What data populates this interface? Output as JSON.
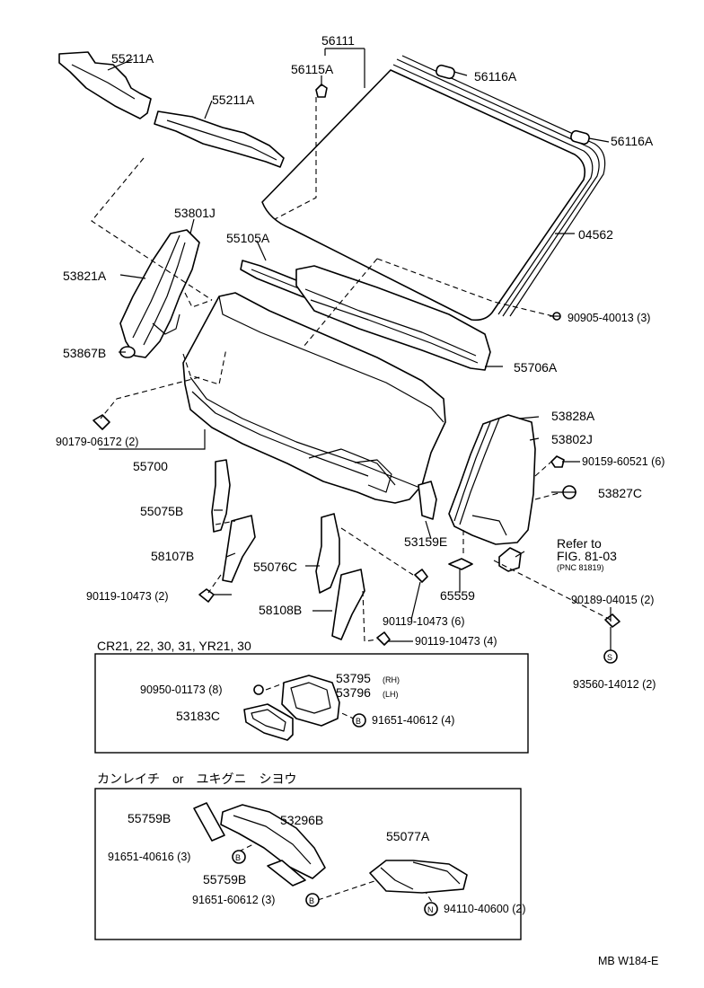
{
  "labels": {
    "p55211A_1": "55211A",
    "p55211A_2": "55211A",
    "p56111": "56111",
    "p56115A": "56115A",
    "p56116A_1": "56116A",
    "p56116A_2": "56116A",
    "p04562": "04562",
    "p53801J": "53801J",
    "p55105A": "55105A",
    "p53821A": "53821A",
    "p90905": "90905-40013 (3)",
    "p53867B": "53867B",
    "p55706A": "55706A",
    "p90179": "90179-06172 (2)",
    "p55700": "55700",
    "p53828A": "53828A",
    "p53802J": "53802J",
    "p90159": "90159-60521 (6)",
    "p55075B": "55075B",
    "p53827C": "53827C",
    "p58107B": "58107B",
    "p53159E": "53159E",
    "refer1": "Refer to",
    "refer2": "FIG. 81-03",
    "refer3": "(PNC 81819)",
    "p55076C": "55076C",
    "p65559": "65559",
    "p90119_a": "90119-10473 (2)",
    "p90189": "90189-04015 (2)",
    "p58108B": "58108B",
    "p90119_b": "90119-10473 (6)",
    "p90119_c": "90119-10473 (4)",
    "p93560": "93560-14012 (2)",
    "p90950": "90950-01173 (8)",
    "p53795": "53795",
    "p53795_rh": "(RH)",
    "p53796": "53796",
    "p53796_lh": "(LH)",
    "p53183C": "53183C",
    "p91651_40612": "91651-40612 (4)",
    "p55759B_1": "55759B",
    "p53296B": "53296B",
    "p55077A": "55077A",
    "p91651_40616": "91651-40616 (3)",
    "p55759B_2": "55759B",
    "p91651_60612": "91651-60612 (3)",
    "p94110": "94110-40600 (2)",
    "marker_b": "B",
    "marker_n": "N",
    "marker_s": "S"
  },
  "sections": {
    "models_heading": "CR21, 22, 30, 31, YR21, 30",
    "cold_heading": "カンレイチ　or　ユキグニ　シヨウ"
  },
  "footer": {
    "code": "MB  W184-E"
  }
}
